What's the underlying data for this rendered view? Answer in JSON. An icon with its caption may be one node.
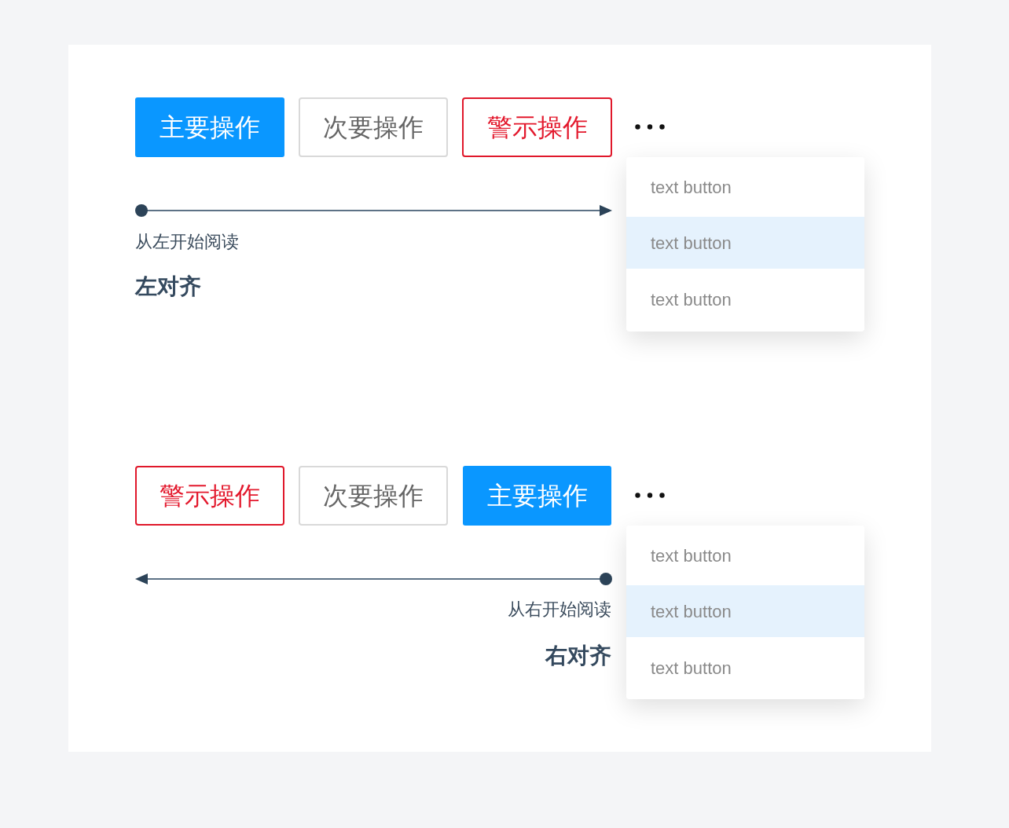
{
  "diagram": {
    "nodes": [
      {
        "text": [
          "主要操作"
        ]
      },
      {
        "text": [
          "次要操作"
        ]
      },
      {
        "text": [
          "警示操作"
        ]
      },
      {
        "text": [],
        "shape": "box"
      },
      {
        "text": [
          "text button"
        ],
        "in": 3
      },
      {
        "text": [
          "text button"
        ],
        "in": 3
      },
      {
        "text": [
          "text button"
        ],
        "in": 3
      },
      {
        "text": [
          "警示操作"
        ]
      },
      {
        "text": [
          "次要操作"
        ]
      },
      {
        "text": [
          "主要操作"
        ]
      },
      {
        "text": [],
        "shape": "box"
      },
      {
        "text": [
          "text button"
        ],
        "in": 10
      },
      {
        "text": [
          "text button"
        ],
        "in": 10
      },
      {
        "text": [
          "text button"
        ],
        "in": 10
      }
    ],
    "labels": [
      "从左开始阅读",
      "左对齐",
      "从右开始阅读",
      "右对齐"
    ]
  }
}
